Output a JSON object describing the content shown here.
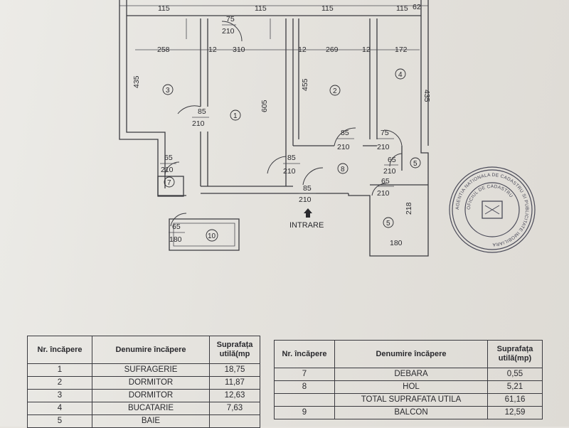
{
  "plan": {
    "entrance_label": "INTRARE",
    "top_dims": [
      "115",
      "115",
      "115",
      "115",
      "62"
    ],
    "inner_dims": [
      "258",
      "12",
      "310",
      "12",
      "269",
      "12",
      "172"
    ],
    "vertical_dims": [
      "435",
      "605",
      "455",
      "435",
      "218"
    ],
    "doors": [
      {
        "w": "75",
        "h": "210"
      },
      {
        "w": "85",
        "h": "210"
      },
      {
        "w": "65",
        "h": "210"
      },
      {
        "w": "85",
        "h": "210"
      },
      {
        "w": "85",
        "h": "210"
      },
      {
        "w": "75",
        "h": "210"
      },
      {
        "w": "65",
        "h": "210"
      },
      {
        "w": "85",
        "h": "210"
      },
      {
        "w": "65",
        "h": "210"
      },
      {
        "w": "65",
        "h": "180"
      }
    ],
    "balcony_width": "180",
    "room_numbers": [
      "1",
      "2",
      "3",
      "4",
      "5",
      "5",
      "7",
      "8",
      "10"
    ]
  },
  "stamp": {
    "outer_text": "AGENTIA NATIONALA DE CADASTRU SI PUBLICITATE IMOBILIARA",
    "inner_text": "OFICIUL DE CADASTRU"
  },
  "table_left": {
    "headers": [
      "Nr. încăpere",
      "Denumire încăpere",
      "Suprafața utilă(mp"
    ],
    "rows": [
      [
        "1",
        "SUFRAGERIE",
        "18,75"
      ],
      [
        "2",
        "DORMITOR",
        "11,87"
      ],
      [
        "3",
        "DORMITOR",
        "12,63"
      ],
      [
        "4",
        "BUCATARIE",
        "7,63"
      ],
      [
        "5",
        "BAIE",
        ""
      ]
    ]
  },
  "table_right": {
    "headers": [
      "Nr. încăpere",
      "Denumire încăpere",
      "Suprafața utilă(mp)"
    ],
    "rows": [
      [
        "7",
        "DEBARA",
        "0,55"
      ],
      [
        "8",
        "HOL",
        "5,21"
      ],
      [
        "",
        "TOTAL SUPRAFATA UTILA",
        "61,16"
      ],
      [
        "9",
        "BALCON",
        "12,59"
      ]
    ]
  }
}
